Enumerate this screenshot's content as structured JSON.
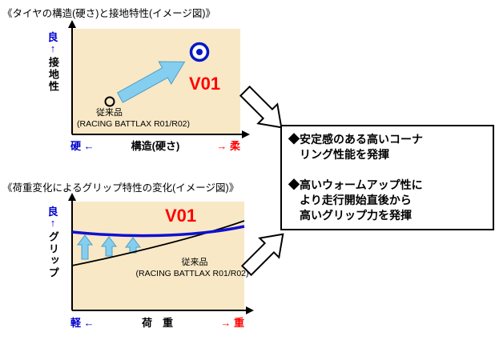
{
  "colors": {
    "plot_background": "#F8E8C6",
    "axis_label_blue": "#0000CC",
    "axis_label_red": "#FF0000",
    "v01_red": "#FF0000",
    "curve_blue": "#1010D0",
    "target_blue": "#0018C8",
    "highlight_arrow_fill": "#85CEEF",
    "highlight_arrow_stroke": "#4E9FC6"
  },
  "chart1": {
    "title": "《タイヤの構造(硬さ)と接地特性(イメージ図)》",
    "y_axis": {
      "good_label": "良",
      "arrow": "↑",
      "label": "接地性"
    },
    "x_axis": {
      "left_label": "硬 ←",
      "center_label": "構造(硬さ)",
      "right_label": "→ 柔"
    },
    "points": {
      "conventional_label": "従来品",
      "conventional_sub": "(RACING BATTLAX R01/R02)",
      "new_label": "V01"
    }
  },
  "chart2": {
    "title": "《荷重変化によるグリップ特性の変化(イメージ図)》",
    "y_axis": {
      "good_label": "良",
      "arrow": "↑",
      "label": "グリップ"
    },
    "x_axis": {
      "left_label": "軽 ←",
      "center_label": "荷　重",
      "right_label": "→ 重"
    },
    "curves": {
      "new_label": "V01",
      "conventional_label": "従来品",
      "conventional_sub": "(RACING BATTLAX R01/R02)"
    }
  },
  "result_box": {
    "lines": [
      "◆安定感のある高いコーナ",
      "　リング性能を発揮",
      "",
      "◆高いウォームアップ性に",
      "　より走行開始直後から",
      "　高いグリップ力を発揮"
    ]
  }
}
